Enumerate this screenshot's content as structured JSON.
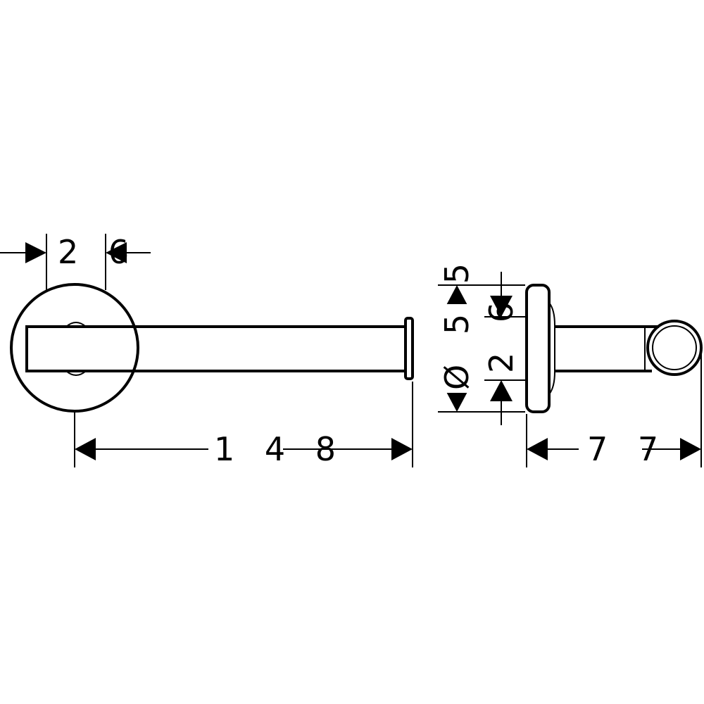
{
  "dimensions": {
    "front_flange_width": "2 6",
    "front_length": "1 4 8",
    "side_diameter": "Ø 5 5",
    "side_rod_height": "2 6",
    "side_depth": "7 7"
  }
}
